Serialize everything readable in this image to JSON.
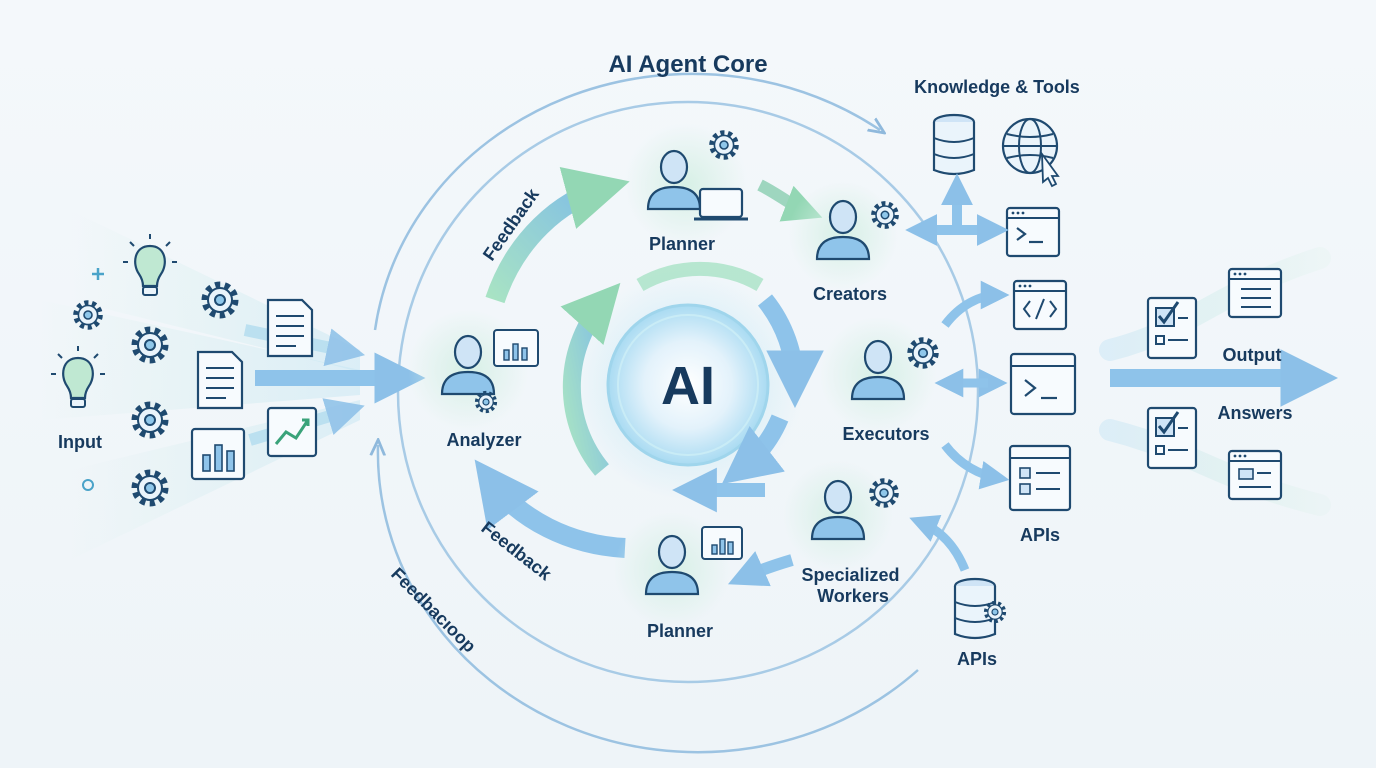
{
  "core_title": "AI Agent Core",
  "center_label": "AI",
  "input": {
    "label": "Input"
  },
  "knowledge": {
    "label": "Knowledge & Tools"
  },
  "roles": {
    "planner_top": "Planner",
    "creators": "Creators",
    "analyzer": "Analyzer",
    "executors": "Executors",
    "workers": "Specialized\nWorkers",
    "planner_bottom": "Planner"
  },
  "apis_right": "APIs",
  "apis_bottom": "APIs",
  "output": {
    "label": "Output",
    "answers": "Answers"
  },
  "feedback": {
    "upper": "Feedback",
    "lower": "Feedback",
    "outer": "Feedbacıoop"
  },
  "colors": {
    "ink": "#173a5e",
    "line": "#7a9ec0",
    "accent_blue": "#8ec3ea",
    "accent_green": "#a7e2c6",
    "tile": "#cfe4f6"
  },
  "icons": [
    "bulb-icon",
    "gear-icon",
    "document-icon",
    "chart-icon",
    "database-icon",
    "globe-icon",
    "terminal-icon",
    "code-window-icon",
    "api-window-icon",
    "checklist-icon",
    "person-icon",
    "laptop-icon"
  ]
}
